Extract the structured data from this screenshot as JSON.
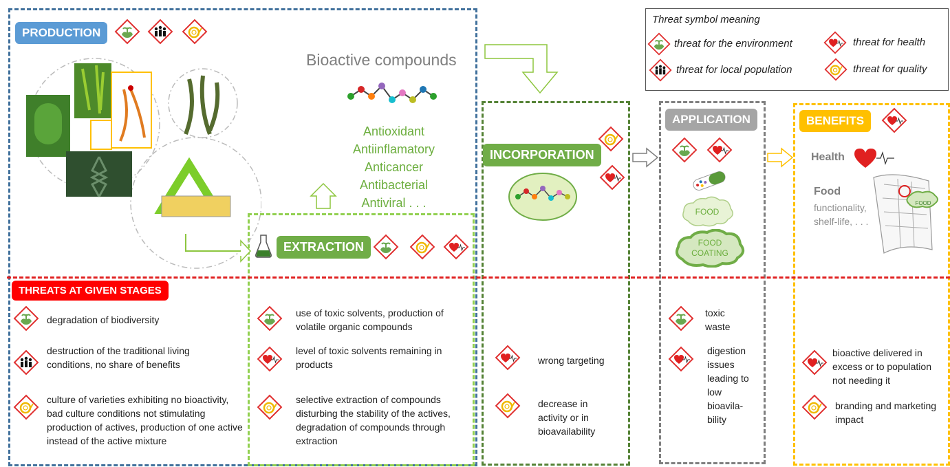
{
  "stages": {
    "production": "PRODUCTION",
    "extraction": "EXTRACTION",
    "incorporation": "INCORPORATION",
    "application": "APPLICATION",
    "benefits": "BENEFITS",
    "threats": "THREATS AT GIVEN STAGES"
  },
  "bioactive": {
    "title": "Bioactive compounds",
    "properties": [
      "Antioxidant",
      "Antiinflamatory",
      "Anticancer",
      "Antibacterial",
      "Antiviral . . ."
    ]
  },
  "legend": {
    "title": "Threat symbol meaning",
    "environment": "threat for the environment",
    "health": "threat for health",
    "population": "threat for local population",
    "quality": "threat for quality"
  },
  "application_items": {
    "food": "FOOD",
    "food_coating": "FOOD COATING"
  },
  "benefits": {
    "health": "Health",
    "food": "Food",
    "food_details": "functionality, shelf-life, . . .",
    "food_tag": "FOOD"
  },
  "threats_production": {
    "environment": "degradation of biodiversity",
    "population": "destruction of the traditional living conditions, no share of benefits",
    "quality": "culture of varieties exhibiting no bioactivity, bad culture conditions not stimulating production of actives, production of one active instead of the active mixture"
  },
  "threats_extraction": {
    "environment": "use of toxic solvents, production of volatile organic compounds",
    "health": "level of toxic solvents remaining in products",
    "quality": "selective extraction of compounds disturbing the stability of the actives, degradation of compounds through extraction"
  },
  "threats_incorporation": {
    "health": "wrong targeting",
    "quality": "decrease in activity or in bioavailability"
  },
  "threats_application": {
    "environment": "toxic waste",
    "health": "digestion issues leading to low bioavila-bility"
  },
  "threats_benefits": {
    "health": "bioactive delivered in excess or to population not needing it",
    "quality": "branding and marketing impact"
  },
  "colors": {
    "production": "#5b9bd5",
    "extraction": "#70ad47",
    "incorporation": "#70ad47",
    "application": "#a5a5a5",
    "benefits": "#ffc000",
    "threats": "#ff0000",
    "prod_border": "#41719c",
    "extr_border": "#92d050",
    "incorp_border": "#548235",
    "app_border": "#7f7f7f",
    "ben_border": "#ffc000"
  }
}
